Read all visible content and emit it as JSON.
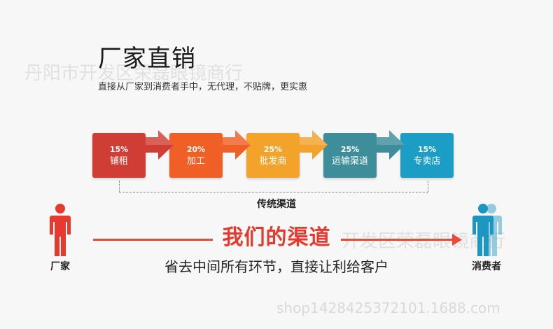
{
  "header": {
    "title": "厂家直销",
    "subtitle": "直接从厂家到消费者手中，无代理，不贴牌，更实惠"
  },
  "watermarks": {
    "top": "丹阳市开发区荣磊眼镜商行",
    "middle": "丹阳市开发区荣磊眼镜商行",
    "bottom": "shop1428425372101.1688.com"
  },
  "steps": [
    {
      "percent": "15%",
      "label": "铺租",
      "color": "#cf3d35"
    },
    {
      "percent": "20%",
      "label": "加工",
      "color": "#f05f25"
    },
    {
      "percent": "25%",
      "label": "批发商",
      "color": "#f3a22a"
    },
    {
      "percent": "25%",
      "label": "运输渠道",
      "color": "#3d8e9a"
    },
    {
      "percent": "15%",
      "label": "专卖店",
      "color": "#1c9dc6"
    }
  ],
  "traditional_label": "传统渠道",
  "manufacturer": {
    "label": "厂家",
    "color": "#e8392e"
  },
  "consumer": {
    "label": "消费者",
    "color": "#1d96c2"
  },
  "our_channel": "我们的渠道",
  "slogan": "省去中间所有环节，直接让利给客户"
}
